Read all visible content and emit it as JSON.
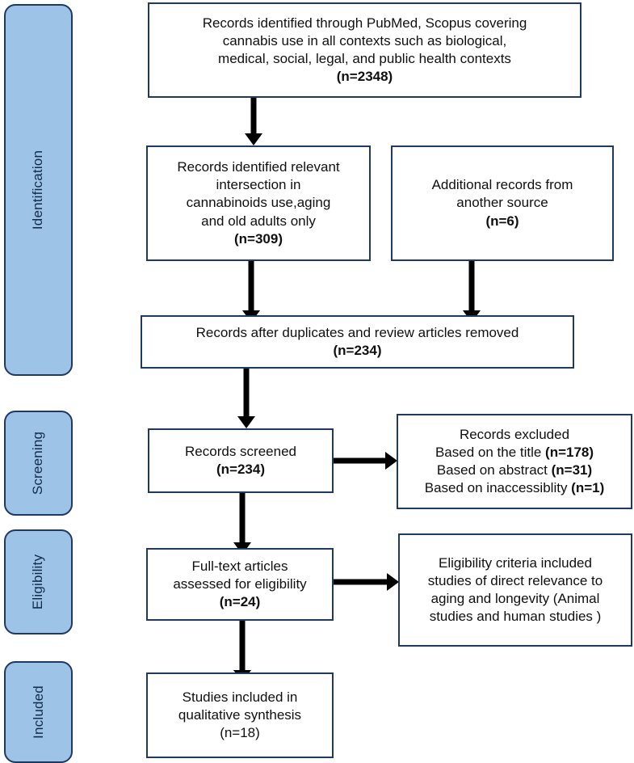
{
  "diagram": {
    "type": "prisma-flow-diagram",
    "colors": {
      "stage_fill": "#9DC3E6",
      "stage_border": "#1F3864",
      "box_border": "#1F3864",
      "box_fill": "#FFFFFF",
      "arrow": "#000000",
      "text": "#101010"
    }
  },
  "stages": [
    {
      "id": "identification",
      "label": "Identification"
    },
    {
      "id": "screening",
      "label": "Screening"
    },
    {
      "id": "eligibility",
      "label": "Eligibility"
    },
    {
      "id": "included",
      "label": "Included"
    }
  ],
  "boxes": {
    "records_identified": {
      "lines": [
        "Records identified through PubMed, Scopus covering",
        "cannabis use in all contexts such as biological,",
        "medical, social, legal, and public health contexts"
      ],
      "count_label": "(n=2348)",
      "count": 2348
    },
    "records_relevant": {
      "lines": [
        "Records identified relevant",
        "intersection in",
        "cannabinoids use,aging",
        "and old adults only"
      ],
      "count_label": "(n=309)",
      "count": 309
    },
    "additional_records": {
      "lines": [
        "Additional records from",
        "another source"
      ],
      "count_label": "(n=6)",
      "count": 6
    },
    "after_duplicates": {
      "lines": [
        "Records after duplicates and review articles removed"
      ],
      "count_label": "(n=234)",
      "count": 234
    },
    "records_screened": {
      "lines": [
        "Records screened"
      ],
      "count_label": "(n=234)",
      "count": 234
    },
    "records_excluded": {
      "title": "Records excluded",
      "reasons": [
        {
          "text": "Based on the title ",
          "count_label": "(n=178)",
          "count": 178
        },
        {
          "text": "Based on abstract ",
          "count_label": "(n=31)",
          "count": 31
        },
        {
          "text": "Based on inaccessiblity ",
          "count_label": "(n=1)",
          "count": 1
        }
      ]
    },
    "full_text_assessed": {
      "lines": [
        "Full-text articles",
        "assessed for eligibility"
      ],
      "count_label": "(n=24)",
      "count": 24
    },
    "eligibility_criteria": {
      "lines": [
        "Eligibility criteria included",
        "studies of direct relevance to",
        "aging and longevity (Animal",
        "studies and human studies )"
      ]
    },
    "studies_included": {
      "lines": [
        "Studies included in",
        "qualitative synthesis"
      ],
      "count_label": "(n=18)",
      "count": 18
    }
  }
}
